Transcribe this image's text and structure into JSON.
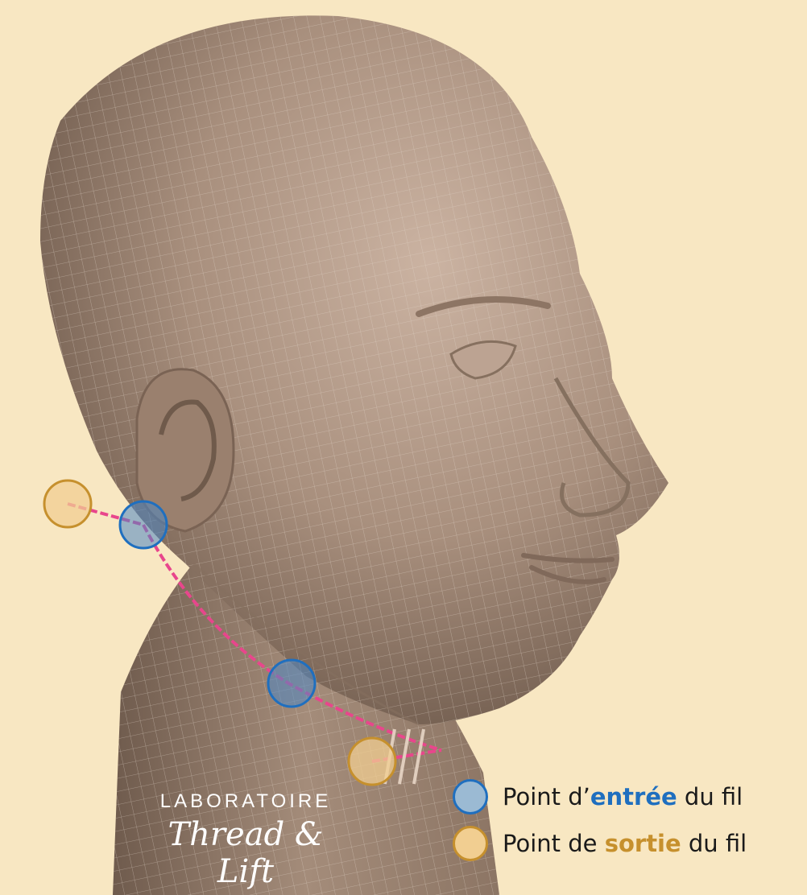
{
  "colors": {
    "background": "#f8e7c2",
    "skin": "#ad9482",
    "mesh": "#e4d6cb",
    "thread": "#e8468c",
    "entry_fill": "#9bbad3",
    "entry_stroke": "#1f6fbf",
    "exit_fill": "#f1ce91",
    "exit_stroke": "#c6902d",
    "entry_word": "#1f6fbf",
    "exit_word": "#c6902d"
  },
  "logo": {
    "top": "LABORATOIRE",
    "bottom": "Thread & Lift"
  },
  "legend": {
    "entry": {
      "before": "Point d’",
      "highlight": "entrée",
      "after": " du fil"
    },
    "exit": {
      "before": "Point de ",
      "highlight": "sortie",
      "after": " du fil"
    }
  },
  "markers": [
    {
      "type": "exit",
      "name": "exit-point-behind-ear"
    },
    {
      "type": "entry",
      "name": "entry-point-below-ear"
    },
    {
      "type": "entry",
      "name": "entry-point-jaw"
    },
    {
      "type": "exit",
      "name": "exit-point-neck"
    }
  ]
}
